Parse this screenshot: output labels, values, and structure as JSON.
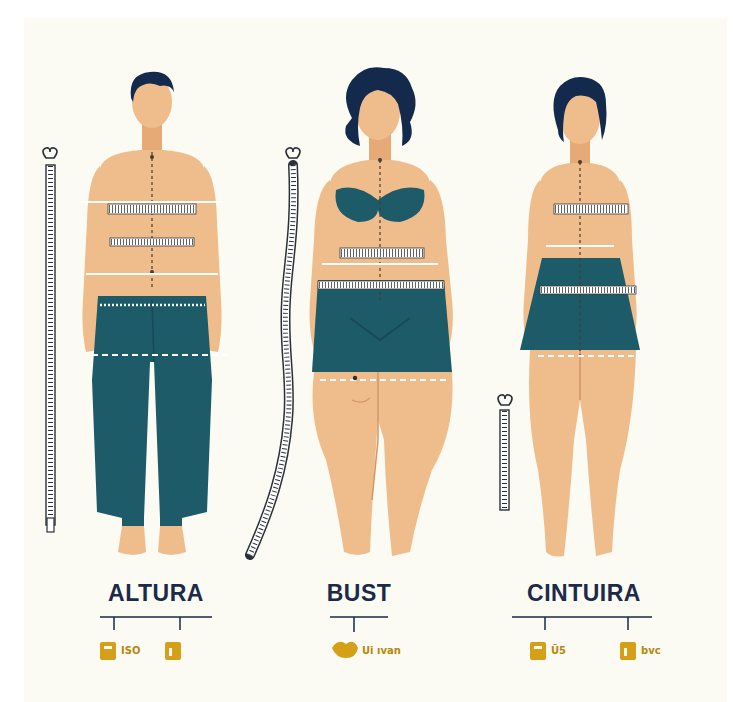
{
  "diagram": {
    "labels": [
      "ALTURA",
      "BUST",
      "CINTUIRA",
      "ISO",
      "Ui ıvan",
      "Ū5",
      "bvc"
    ]
  }
}
